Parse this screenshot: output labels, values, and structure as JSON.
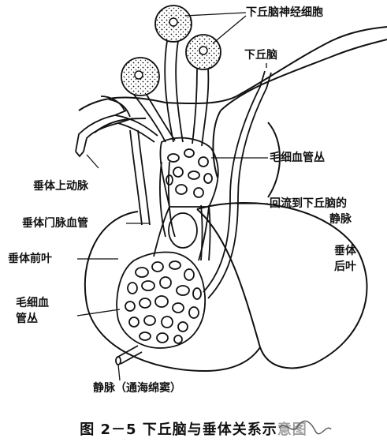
{
  "labels": {
    "neurons": "下丘脑神经细胞",
    "hypothalamus": "下丘脑",
    "capillary_plexus_top": "毛细血管丛",
    "return_vein_line1": "回流到下丘脑的",
    "return_vein_line2": "静脉",
    "superior_artery": "垂体上动脉",
    "portal_vessels": "垂体门脉血管",
    "anterior_lobe": "垂体前叶",
    "posterior_lobe_line1": "垂体",
    "posterior_lobe_line2": "后叶",
    "capillary_plexus_line1": "毛细血",
    "capillary_plexus_line2": "管丛",
    "vein_sinus": "静脉（通海绵窦）"
  },
  "caption": "图 2－5   下丘脑与垂体关系示意图",
  "colors": {
    "ink": "#111111",
    "paper": "#ffffff"
  }
}
